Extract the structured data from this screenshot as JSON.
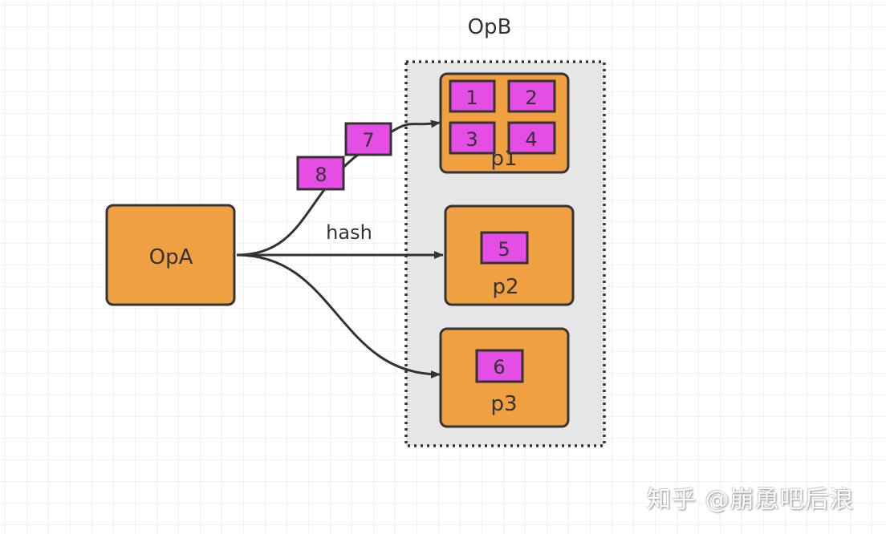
{
  "diagram": {
    "source": {
      "label": "OpA"
    },
    "operator": {
      "label": "OpB"
    },
    "edge_label": "hash",
    "partitions": [
      {
        "label": "p1",
        "records": [
          "1",
          "2",
          "3",
          "4"
        ]
      },
      {
        "label": "p2",
        "records": [
          "5"
        ]
      },
      {
        "label": "p3",
        "records": [
          "6"
        ]
      }
    ],
    "in_flight_records": [
      "7",
      "8"
    ],
    "colors": {
      "operator": "#f0a040",
      "record": "#e44ee4",
      "container": "#e6e6e6",
      "edge": "#333333"
    }
  },
  "watermark": "知乎 @崩恿吧后浪"
}
